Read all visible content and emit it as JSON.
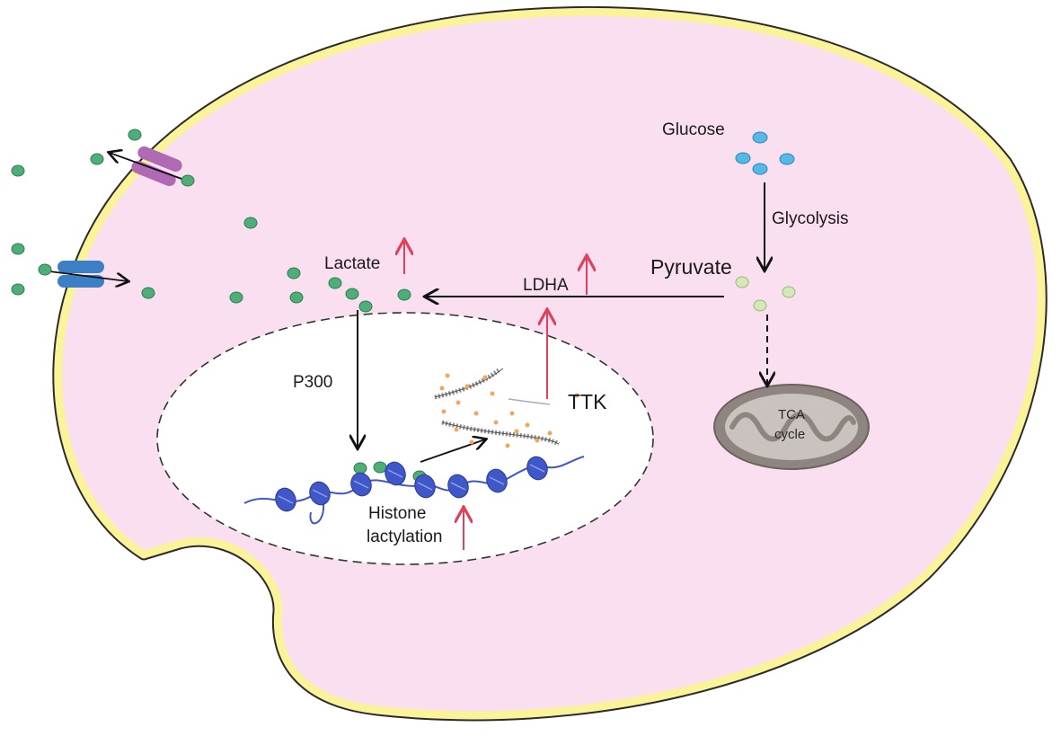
{
  "labels": {
    "glucose": "Glucose",
    "glycolysis": "Glycolysis",
    "pyruvate": "Pyruvate",
    "ldha": "LDHA",
    "lactate": "Lactate",
    "p300": "P300",
    "ttk": "TTK",
    "histone_line1": "Histone",
    "histone_line2": "lactylation",
    "tca_line1": "TCA",
    "tca_line2": "cycle"
  },
  "colors": {
    "cytoplasm": "#f9dff0",
    "membrane": "#fbf39a",
    "membrane_stroke": "#2b2b2b",
    "nucleus": "#ffffff",
    "lactate_dot": "#4fae78",
    "glucose_dot": "#57b8e6",
    "pyruvate_dot": "#c9dfa8",
    "upregulation_arrow": "#e0405a",
    "histone": "#3f57c8",
    "mitochondrion": "#8e8580",
    "transporter_top": "#b06ab3",
    "transporter_bottom": "#3c7fc4"
  },
  "icons": {
    "membrane": "cell-membrane-icon",
    "nucleus": "nucleus-icon",
    "mitochondrion": "mitochondrion-icon",
    "chromatin": "nucleosome-chain-icon",
    "dna": "dna-strand-icon",
    "transporter": "membrane-transporter-icon"
  }
}
